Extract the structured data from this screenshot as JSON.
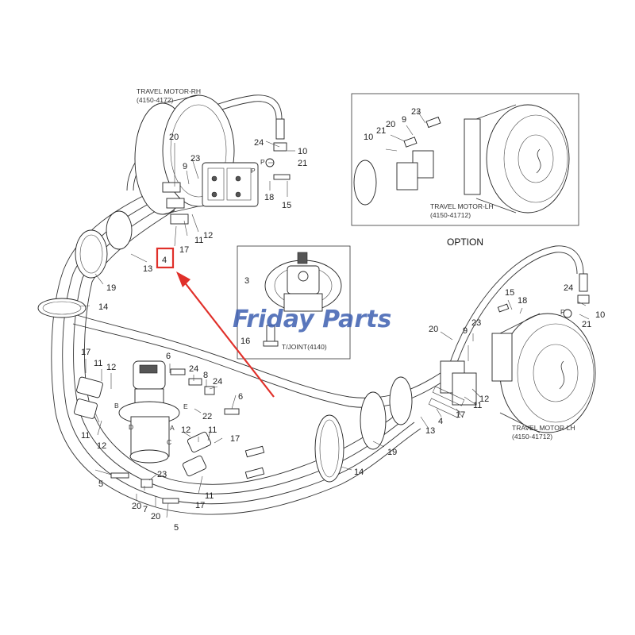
{
  "captions": {
    "motor_rh_title": "TRAVEL MOTOR-RH",
    "motor_rh_code": "(4150-4172)",
    "motor_lh_title": "TRAVEL MOTOR-LH",
    "motor_lh_code": "(4150-41712)",
    "option_motor_lh_title": "TRAVEL MOTOR-LH",
    "option_motor_lh_code": "(4150-41712)",
    "option_label": "OPTION",
    "tjoint_label": "T/JOINT(4140)"
  },
  "watermark": {
    "text": "Friday Parts",
    "color": "#3d5fb0"
  },
  "highlight": {
    "callout": "4",
    "color": "#e0302a"
  },
  "callouts": {
    "c_rh_20": "20",
    "c_rh_24": "24",
    "c_rh_10": "10",
    "c_rh_21": "21",
    "c_rh_23": "23",
    "c_rh_9": "9",
    "c_rh_18": "18",
    "c_rh_15": "15",
    "c_rh_12": "12",
    "c_rh_11": "11",
    "c_rh_17": "17",
    "c_rh_13": "13",
    "c_rh_19": "19",
    "c_rh_14": "14",
    "c_op_23": "23",
    "c_op_9": "9",
    "c_op_20": "20",
    "c_op_21": "21",
    "c_op_10": "10",
    "c_tj_3": "3",
    "c_tj_16": "16",
    "c_lh_15": "15",
    "c_lh_18": "18",
    "c_lh_24": "24",
    "c_lh_10": "10",
    "c_lh_21": "21",
    "c_lh_20": "20",
    "c_lh_23": "23",
    "c_lh_9": "9",
    "c_lh_12": "12",
    "c_lh_11": "11",
    "c_lh_17": "17",
    "c_lh_4": "4",
    "c_lh_13": "13",
    "c_lh_19": "19",
    "c_lh_14": "14",
    "c_ct_17a": "17",
    "c_ct_11a": "11",
    "c_ct_12a": "12",
    "c_ct_11b": "11",
    "c_ct_12b": "12",
    "c_ct_6a": "6",
    "c_ct_24a": "24",
    "c_ct_8": "8",
    "c_ct_24b": "24",
    "c_ct_6b": "6",
    "c_ct_22": "22",
    "c_ct_12c": "12",
    "c_ct_11c": "11",
    "c_ct_17b": "17",
    "c_ct_11d": "11",
    "c_ct_17c": "17",
    "c_ct_5a": "5",
    "c_ct_23": "23",
    "c_ct_20a": "20",
    "c_ct_7": "7",
    "c_ct_20b": "20",
    "c_ct_5b": "5"
  },
  "port_letters": {
    "p_rh": "P",
    "p_rh_port": "P",
    "p_lh": "P",
    "a": "A",
    "b": "B",
    "c": "C",
    "d": "D",
    "e": "E"
  }
}
